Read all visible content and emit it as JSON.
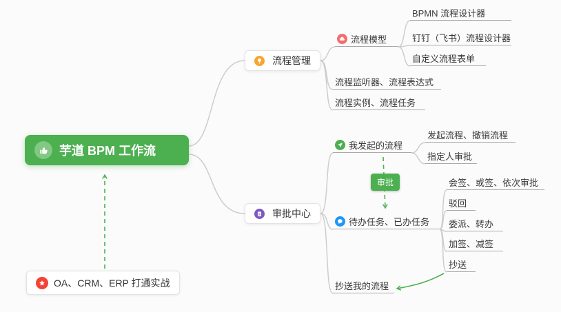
{
  "mindmap": {
    "root": {
      "label": "芋道 BPM 工作流",
      "icon": "thumbs-up-icon",
      "color": "#4caf50"
    },
    "branches": [
      {
        "label": "流程管理",
        "icon": "lightbulb-icon",
        "icon_color": "#f7a531",
        "children": [
          {
            "label": "流程模型",
            "icon": "cloud-icon",
            "icon_color": "#f56c6c",
            "children": [
              {
                "label": "BPMN 流程设计器"
              },
              {
                "label": "钉钉（飞书）流程设计器"
              },
              {
                "label": "自定义流程表单"
              }
            ]
          },
          {
            "label": "流程监听器、流程表达式"
          },
          {
            "label": "流程实例、流程任务"
          }
        ]
      },
      {
        "label": "审批中心",
        "icon": "clipboard-icon",
        "icon_color": "#7e57c2",
        "children": [
          {
            "label": "我发起的流程",
            "icon": "paper-plane-icon",
            "icon_color": "#4caf50",
            "children": [
              {
                "label": "发起流程、撤销流程"
              },
              {
                "label": "指定人审批"
              }
            ]
          },
          {
            "label": "待办任务、已办任务",
            "icon": "chat-bubble-icon",
            "icon_color": "#2196f3",
            "children": [
              {
                "label": "会签、或签、依次审批"
              },
              {
                "label": "驳回"
              },
              {
                "label": "委派、转办"
              },
              {
                "label": "加签、减签"
              },
              {
                "label": "抄送"
              }
            ]
          },
          {
            "label": "抄送我的流程"
          }
        ]
      }
    ],
    "badge": {
      "label": "审批",
      "color": "#4caf50"
    },
    "note": {
      "label": "OA、CRM、ERP 打通实战",
      "icon": "star-icon",
      "icon_color": "#f44336"
    }
  },
  "colors": {
    "connector": "#cdcdcd",
    "underline": "#a9a9a9",
    "arrow": "#4caf50",
    "text": "#3a3a3a"
  }
}
